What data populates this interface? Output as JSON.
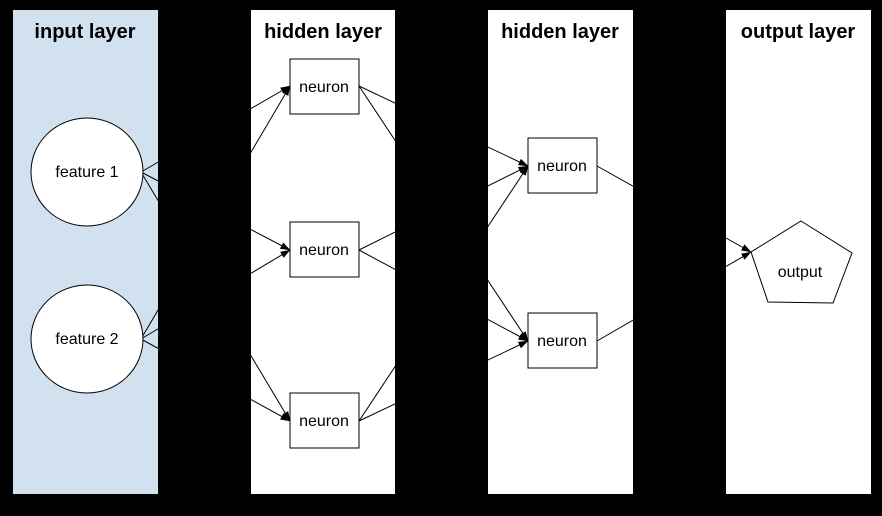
{
  "diagram": {
    "colors": {
      "background": "#000000",
      "input_panel_fill": "#d2e1f0",
      "panel_fill": "#ffffff",
      "node_fill": "#ffffff",
      "stroke": "#000000",
      "text": "#000000"
    },
    "layers": [
      {
        "id": "input",
        "title": "input layer",
        "nodes": [
          {
            "id": "feature1",
            "label": "feature 1",
            "shape": "ellipse"
          },
          {
            "id": "feature2",
            "label": "feature 2",
            "shape": "ellipse"
          }
        ]
      },
      {
        "id": "hidden1",
        "title": "hidden layer",
        "nodes": [
          {
            "id": "h1n1",
            "label": "neuron",
            "shape": "rect"
          },
          {
            "id": "h1n2",
            "label": "neuron",
            "shape": "rect"
          },
          {
            "id": "h1n3",
            "label": "neuron",
            "shape": "rect"
          }
        ]
      },
      {
        "id": "hidden2",
        "title": "hidden layer",
        "nodes": [
          {
            "id": "h2n1",
            "label": "neuron",
            "shape": "rect"
          },
          {
            "id": "h2n2",
            "label": "neuron",
            "shape": "rect"
          }
        ]
      },
      {
        "id": "output",
        "title": "output layer",
        "nodes": [
          {
            "id": "out1",
            "label": "output",
            "shape": "pentagon"
          }
        ]
      }
    ],
    "edges": [
      {
        "from": "feature1",
        "to": "h1n1"
      },
      {
        "from": "feature1",
        "to": "h1n2"
      },
      {
        "from": "feature1",
        "to": "h1n3"
      },
      {
        "from": "feature2",
        "to": "h1n1"
      },
      {
        "from": "feature2",
        "to": "h1n2"
      },
      {
        "from": "feature2",
        "to": "h1n3"
      },
      {
        "from": "h1n1",
        "to": "h2n1"
      },
      {
        "from": "h1n1",
        "to": "h2n2"
      },
      {
        "from": "h1n2",
        "to": "h2n1"
      },
      {
        "from": "h1n2",
        "to": "h2n2"
      },
      {
        "from": "h1n3",
        "to": "h2n1"
      },
      {
        "from": "h1n3",
        "to": "h2n2"
      },
      {
        "from": "h2n1",
        "to": "out1"
      },
      {
        "from": "h2n2",
        "to": "out1"
      }
    ]
  }
}
